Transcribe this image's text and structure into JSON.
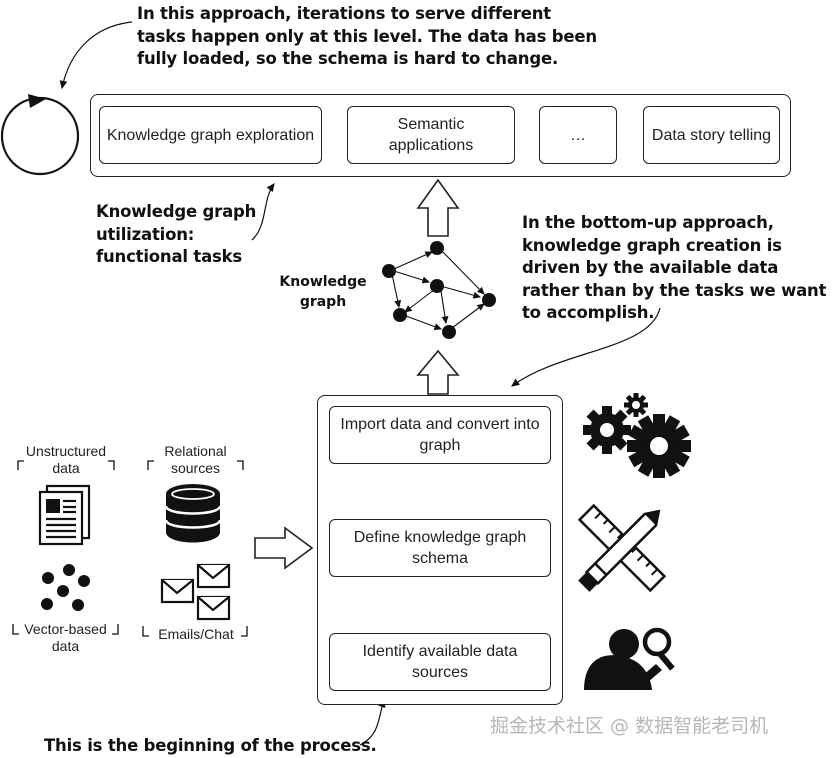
{
  "notes": {
    "top": "In this approach, iterations to serve different tasks happen only at this level. The data has been fully loaded, so the schema is hard to change.",
    "utilization": "Knowledge graph utilization: functional tasks",
    "bottom_up": "In the bottom-up approach, knowledge graph creation is driven by the available data rather than by the tasks we want to accomplish.",
    "beginning": "This is the beginning of the process."
  },
  "top_tasks": [
    "Knowledge graph exploration",
    "Semantic applications",
    "…",
    "Data story telling"
  ],
  "knowledge_graph_label": "Knowledge graph",
  "process_steps": {
    "import": "Import data and convert into graph",
    "define": "Define knowledge graph schema",
    "identify": "Identify available data sources"
  },
  "sources": {
    "unstructured": "Unstructured data",
    "relational": "Relational sources",
    "vector": "Vector-based data",
    "emails": "Emails/Chat"
  },
  "icons": [
    "cycle-icon",
    "document-icon",
    "database-icon",
    "dots-icon",
    "envelopes-icon",
    "gears-icon",
    "ruler-pencil-icon",
    "person-magnifier-icon"
  ],
  "watermark": "掘金技术社区 @ 数据智能老司机"
}
